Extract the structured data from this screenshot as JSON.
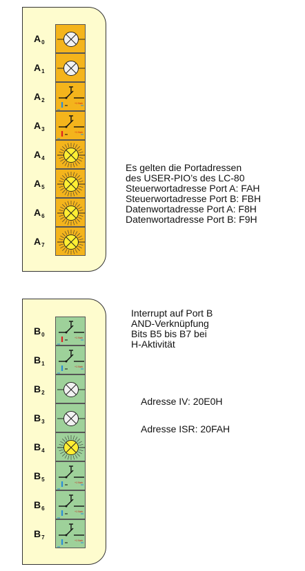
{
  "panel_a": {
    "rows": [
      {
        "letter": "A",
        "index": "0",
        "kind": "lamp-off"
      },
      {
        "letter": "A",
        "index": "1",
        "kind": "lamp-off"
      },
      {
        "letter": "A",
        "index": "2",
        "kind": "switch",
        "bar_color": "#2a8dd6"
      },
      {
        "letter": "A",
        "index": "3",
        "kind": "switch",
        "bar_color": "#e02020"
      },
      {
        "letter": "A",
        "index": "4",
        "kind": "lamp-on"
      },
      {
        "letter": "A",
        "index": "5",
        "kind": "lamp-on"
      },
      {
        "letter": "A",
        "index": "6",
        "kind": "lamp-on"
      },
      {
        "letter": "A",
        "index": "7",
        "kind": "lamp-on"
      }
    ]
  },
  "panel_b": {
    "rows": [
      {
        "letter": "B",
        "index": "0",
        "kind": "switch",
        "bar_color": "#e02020"
      },
      {
        "letter": "B",
        "index": "1",
        "kind": "switch",
        "bar_color": "#2a8dd6"
      },
      {
        "letter": "B",
        "index": "2",
        "kind": "lamp-off"
      },
      {
        "letter": "B",
        "index": "3",
        "kind": "lamp-off"
      },
      {
        "letter": "B",
        "index": "4",
        "kind": "lamp-on"
      },
      {
        "letter": "B",
        "index": "5",
        "kind": "switch",
        "bar_color": "#2a8dd6"
      },
      {
        "letter": "B",
        "index": "6",
        "kind": "switch",
        "bar_color": "#2a8dd6"
      },
      {
        "letter": "B",
        "index": "7",
        "kind": "switch",
        "bar_color": "#2a8dd6"
      }
    ]
  },
  "switch_mark": "+1 Nah",
  "colors": {
    "panel_bg": "#fefcce",
    "cell_a": "#f4b41c",
    "cell_b": "#9ed19a",
    "lamp_on": "#ffee33",
    "lamp_off": "#f2f2f2"
  },
  "port_info": {
    "lines": [
      "Es gelten die Portadressen",
      "des USER-PIO’s des LC-80",
      "Steuerwortadresse Port A: FAH",
      "Steuerwortadresse Port B: FBH",
      "Datenwortadresse Port A: F8H",
      "Datenwortadresse Port B: F9H"
    ]
  },
  "interrupt_info": {
    "lines": [
      "Interrupt auf Port B",
      "AND-Verknüpfung",
      "Bits B5 bis B7 bei",
      "H-Aktivität"
    ]
  },
  "address_iv": "Adresse IV: 20E0H",
  "address_isr": "Adresse ISR: 20FAH"
}
